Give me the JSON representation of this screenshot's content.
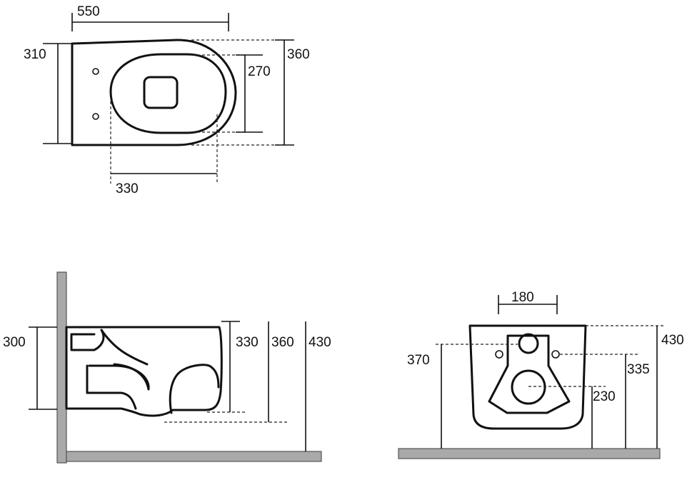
{
  "top_view": {
    "width_label": "550",
    "height_label": "310",
    "outer_height_label": "360",
    "bowl_height_label": "270",
    "bowl_offset_label": "330"
  },
  "side_view": {
    "height_300_label": "300",
    "height_330_label": "330",
    "height_360_label": "360",
    "height_430_label": "430"
  },
  "rear_view": {
    "width_180_label": "180",
    "height_370_label": "370",
    "height_430_label": "430",
    "height_335_label": "335",
    "height_230_label": "230"
  }
}
